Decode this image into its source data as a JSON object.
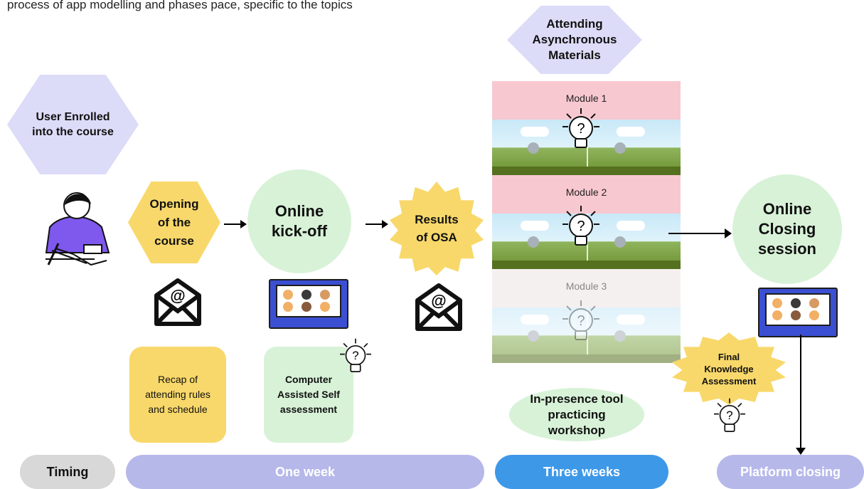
{
  "intro": {
    "text": "process of app modelling and phases pace, specific to the topics"
  },
  "nodes": {
    "user_enrolled": "User Enrolled into the course",
    "opening": "Opening of the course",
    "kickoff": "Online kick-off",
    "results": "Results of OSA",
    "attending": "Attending Asynchronous Materials",
    "module_1": "Module 1",
    "module_2": "Module 2",
    "module_3": "Module 3",
    "closing": "Online Closing session",
    "recap": "Recap of attending rules and schedule",
    "self_assessment": "Computer Assisted Self assessment",
    "workshop": "In-presence tool practicing workshop",
    "final_assessment": "Final Knowledge Assessment"
  },
  "timeline": {
    "timing": "Timing",
    "one_week": "One week",
    "three_weeks": "Three weeks",
    "platform_closing": "Platform closing"
  },
  "colors": {
    "lavender": "#dcdcf8",
    "yellow": "#f8d86a",
    "mint": "#d8f2d8",
    "pink": "#f8c8d0",
    "blue": "#3d98e8",
    "periwinkle": "#b6b8ea",
    "grey": "#d8d8d8"
  },
  "icons": {
    "mail": "mail-icon",
    "bulb": "bulb-question-icon",
    "person": "person-writing-icon",
    "laptop": "laptop-meeting-icon"
  }
}
